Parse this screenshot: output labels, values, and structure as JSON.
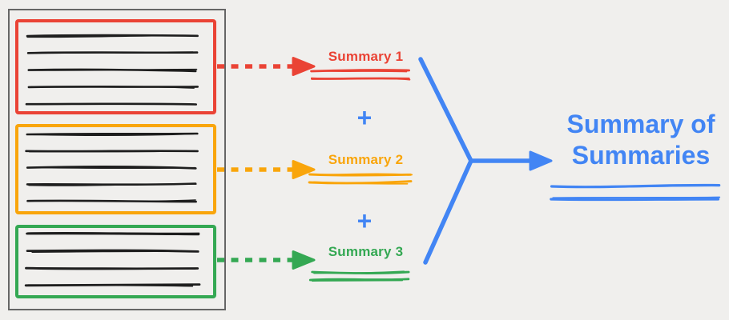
{
  "colors": {
    "red": "#EA4335",
    "orange": "#F9A50B",
    "green": "#34A853",
    "blue": "#4285F4",
    "ink": "#1E1E1E",
    "background": "#F0EFED",
    "document_border": "#666666"
  },
  "document": {
    "sections": [
      {
        "color": "red",
        "text_lines": 5
      },
      {
        "color": "orange",
        "text_lines": 5
      },
      {
        "color": "green",
        "text_lines": 4
      }
    ]
  },
  "summaries": [
    {
      "label": "Summary 1",
      "color": "red"
    },
    {
      "label": "Summary 2",
      "color": "orange"
    },
    {
      "label": "Summary 3",
      "color": "green"
    }
  ],
  "operators": {
    "plus": "+"
  },
  "result": {
    "line1": "Summary of",
    "line2": "Summaries",
    "color": "blue"
  }
}
